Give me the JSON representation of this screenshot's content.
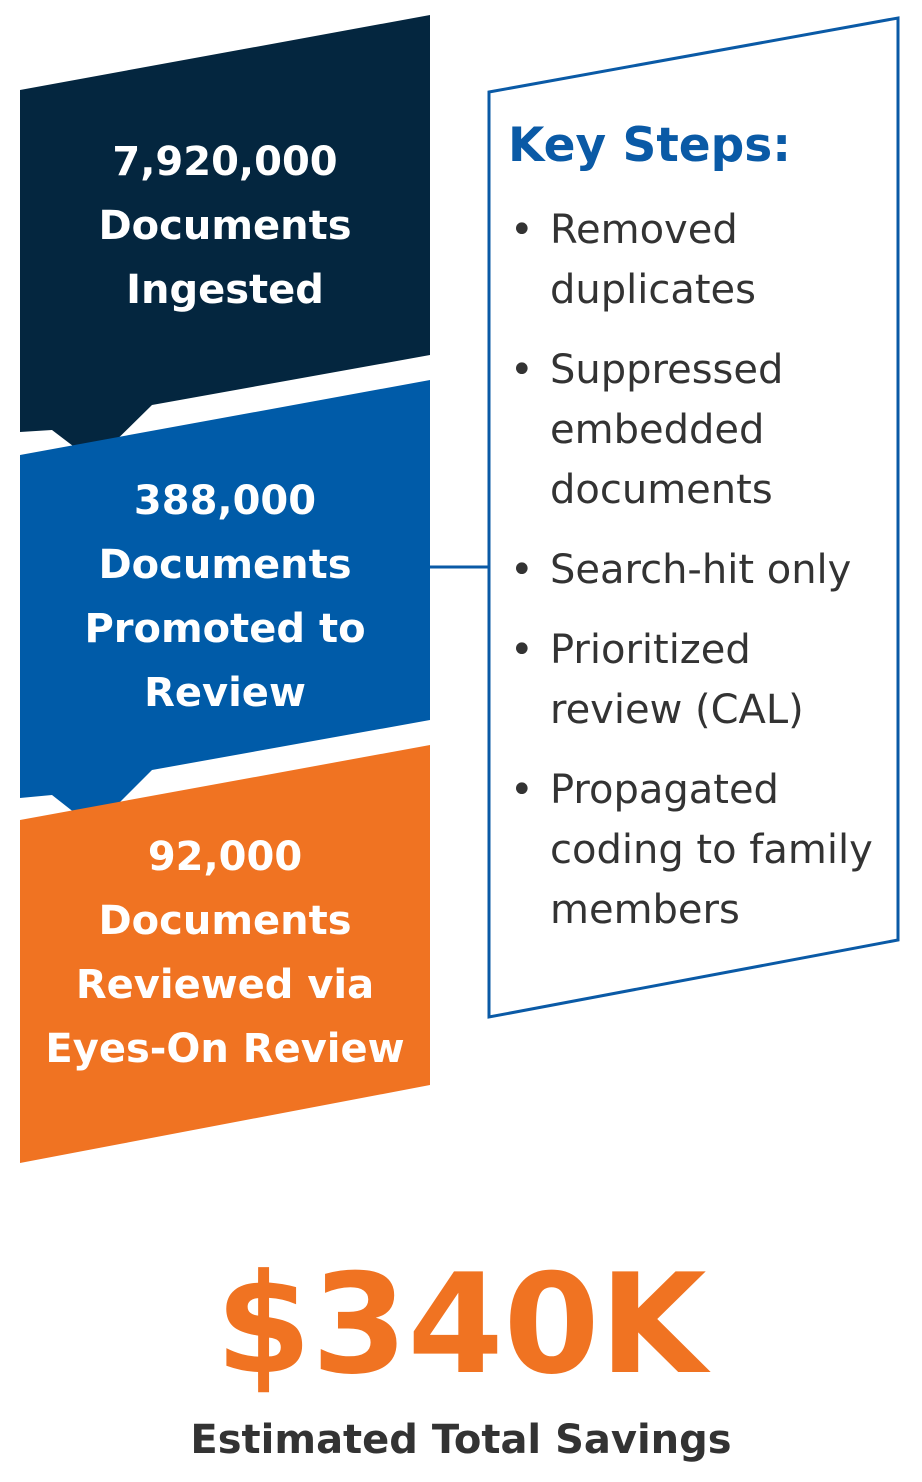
{
  "stages": [
    {
      "lines": [
        "7,920,000",
        "Documents",
        "Ingested"
      ],
      "color": "#04263f"
    },
    {
      "lines": [
        "388,000",
        "Documents",
        "Promoted to",
        "Review"
      ],
      "color": "#005ba8"
    },
    {
      "lines": [
        "92,000",
        "Documents",
        "Reviewed via",
        "Eyes-On Review"
      ],
      "color": "#f07322"
    }
  ],
  "key_steps": {
    "title": "Key Steps:",
    "title_color": "#0a5aa6",
    "border_color": "#0a5aa6",
    "items": [
      {
        "lines": [
          "Removed",
          "duplicates"
        ]
      },
      {
        "lines": [
          "Suppressed",
          "embedded",
          "documents"
        ]
      },
      {
        "lines": [
          "Search-hit only"
        ]
      },
      {
        "lines": [
          "Prioritized",
          "review (CAL)"
        ]
      },
      {
        "lines": [
          "Propagated",
          "coding to family",
          "members"
        ]
      }
    ]
  },
  "savings": {
    "value": "$340K",
    "label": "Estimated Total Savings",
    "value_color": "#f07322"
  }
}
